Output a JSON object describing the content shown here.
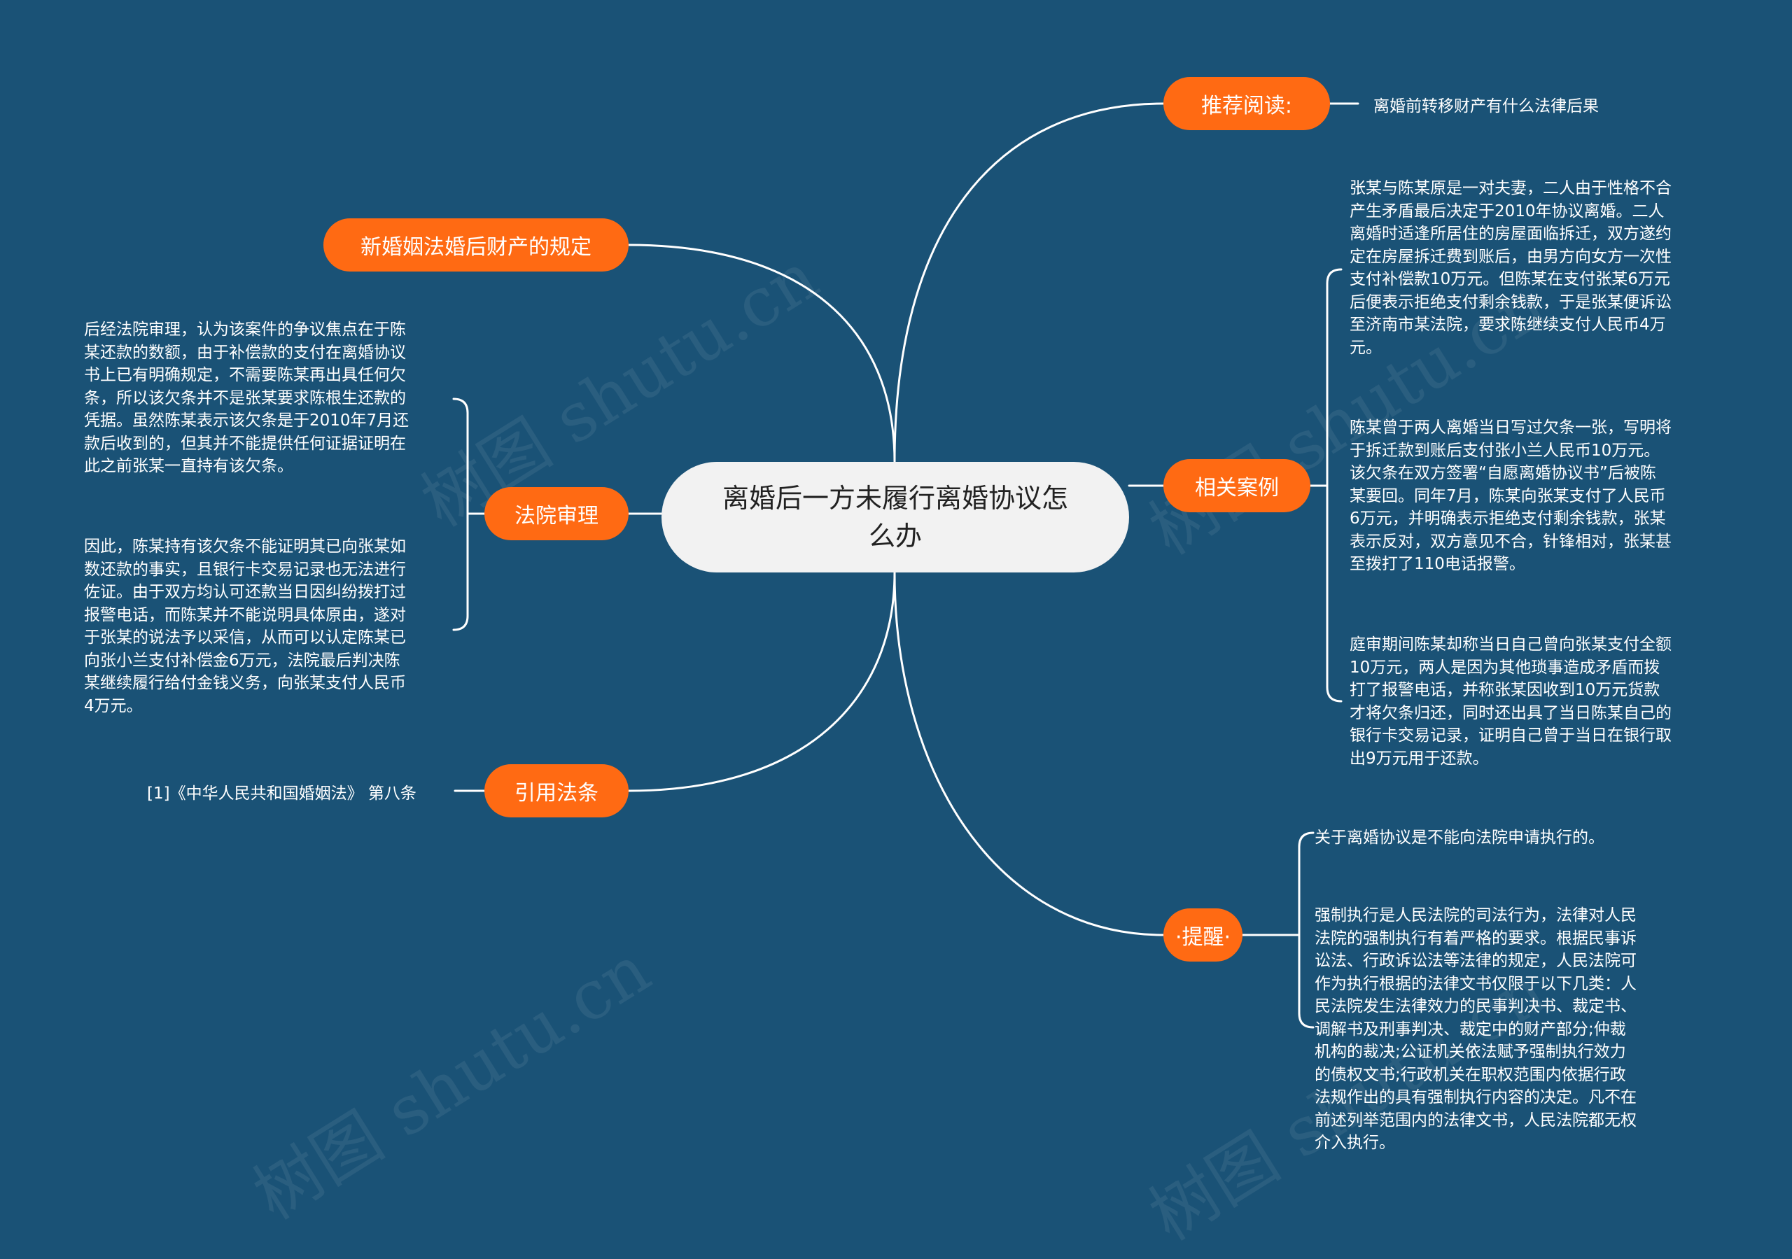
{
  "center": {
    "title": "离婚后一方未履行离婚协议怎么办"
  },
  "branches": {
    "recommend": {
      "label": "推荐阅读:",
      "leaf": "离婚前转移财产有什么法律后果"
    },
    "new_law": {
      "label": "新婚姻法婚后财产的规定"
    },
    "court": {
      "label": "法院审理",
      "paragraphs": [
        "后经法院审理，认为该案件的争议焦点在于陈\n某还款的数额，由于补偿款的支付在离婚协议\n书上已有明确规定，不需要陈某再出具任何欠\n条，所以该欠条并不是张某要求陈根生还款的\n凭据。虽然陈某表示该欠条是于2010年7月还\n款后收到的，但其并不能提供任何证据证明在\n此之前张某一直持有该欠条。",
        "因此，陈某持有该欠条不能证明其已向张某如\n数还款的事实，且银行卡交易记录也无法进行\n佐证。由于双方均认可还款当日因纠纷拨打过\n报警电话，而陈某并不能说明具体原由，遂对\n于张某的说法予以采信，从而可以认定陈某已\n向张小兰支付补偿金6万元，法院最后判决陈\n某继续履行给付金钱义务，向张某支付人民币\n4万元。"
      ]
    },
    "law": {
      "label": "引用法条",
      "leaf": "[1]《中华人民共和国婚姻法》 第八条"
    },
    "cases": {
      "label": "相关案例",
      "paragraphs": [
        "张某与陈某原是一对夫妻，二人由于性格不合\n产生矛盾最后决定于2010年协议离婚。二人\n离婚时适逢所居住的房屋面临拆迁，双方遂约\n定在房屋拆迁费到账后，由男方向女方一次性\n支付补偿款10万元。但陈某在支付张某6万元\n后便表示拒绝支付剩余钱款，于是张某便诉讼\n至济南市某法院，要求陈继续支付人民币4万\n元。",
        "陈某曾于两人离婚当日写过欠条一张，写明将\n于拆迁款到账后支付张小兰人民币10万元。\n该欠条在双方签署“自愿离婚协议书”后被陈\n某要回。同年7月，陈某向张某支付了人民币\n6万元，并明确表示拒绝支付剩余钱款，张某\n表示反对，双方意见不合，针锋相对，张某甚\n至拨打了110电话报警。",
        "庭审期间陈某却称当日自己曾向张某支付全额\n10万元，两人是因为其他琐事造成矛盾而拨\n打了报警电话，并称张某因收到10万元货款\n才将欠条归还，同时还出具了当日陈某自己的\n银行卡交易记录，证明自己曾于当日在银行取\n出9万元用于还款。"
      ]
    },
    "reminder": {
      "label": "·提醒·",
      "paragraphs": [
        "关于离婚协议是不能向法院申请执行的。",
        "强制执行是人民法院的司法行为，法律对人民\n法院的强制执行有着严格的要求。根据民事诉\n讼法、行政诉讼法等法律的规定，人民法院可\n作为执行根据的法律文书仅限于以下几类：人\n民法院发生法律效力的民事判决书、裁定书、\n调解书及刑事判决、裁定中的财产部分;仲裁\n机构的裁决;公证机关依法赋予强制执行效力\n的债权文书;行政机关在职权范围内依据行政\n法规作出的具有强制执行内容的决定。凡不在\n前述列举范围内的法律文书，人民法院都无权\n介入执行。"
      ]
    }
  },
  "watermark": "树图 shutu.cn",
  "colors": {
    "background": "#1a5276",
    "node": "#ff6a13",
    "center": "#f2f2f2",
    "line": "#ffffff"
  }
}
